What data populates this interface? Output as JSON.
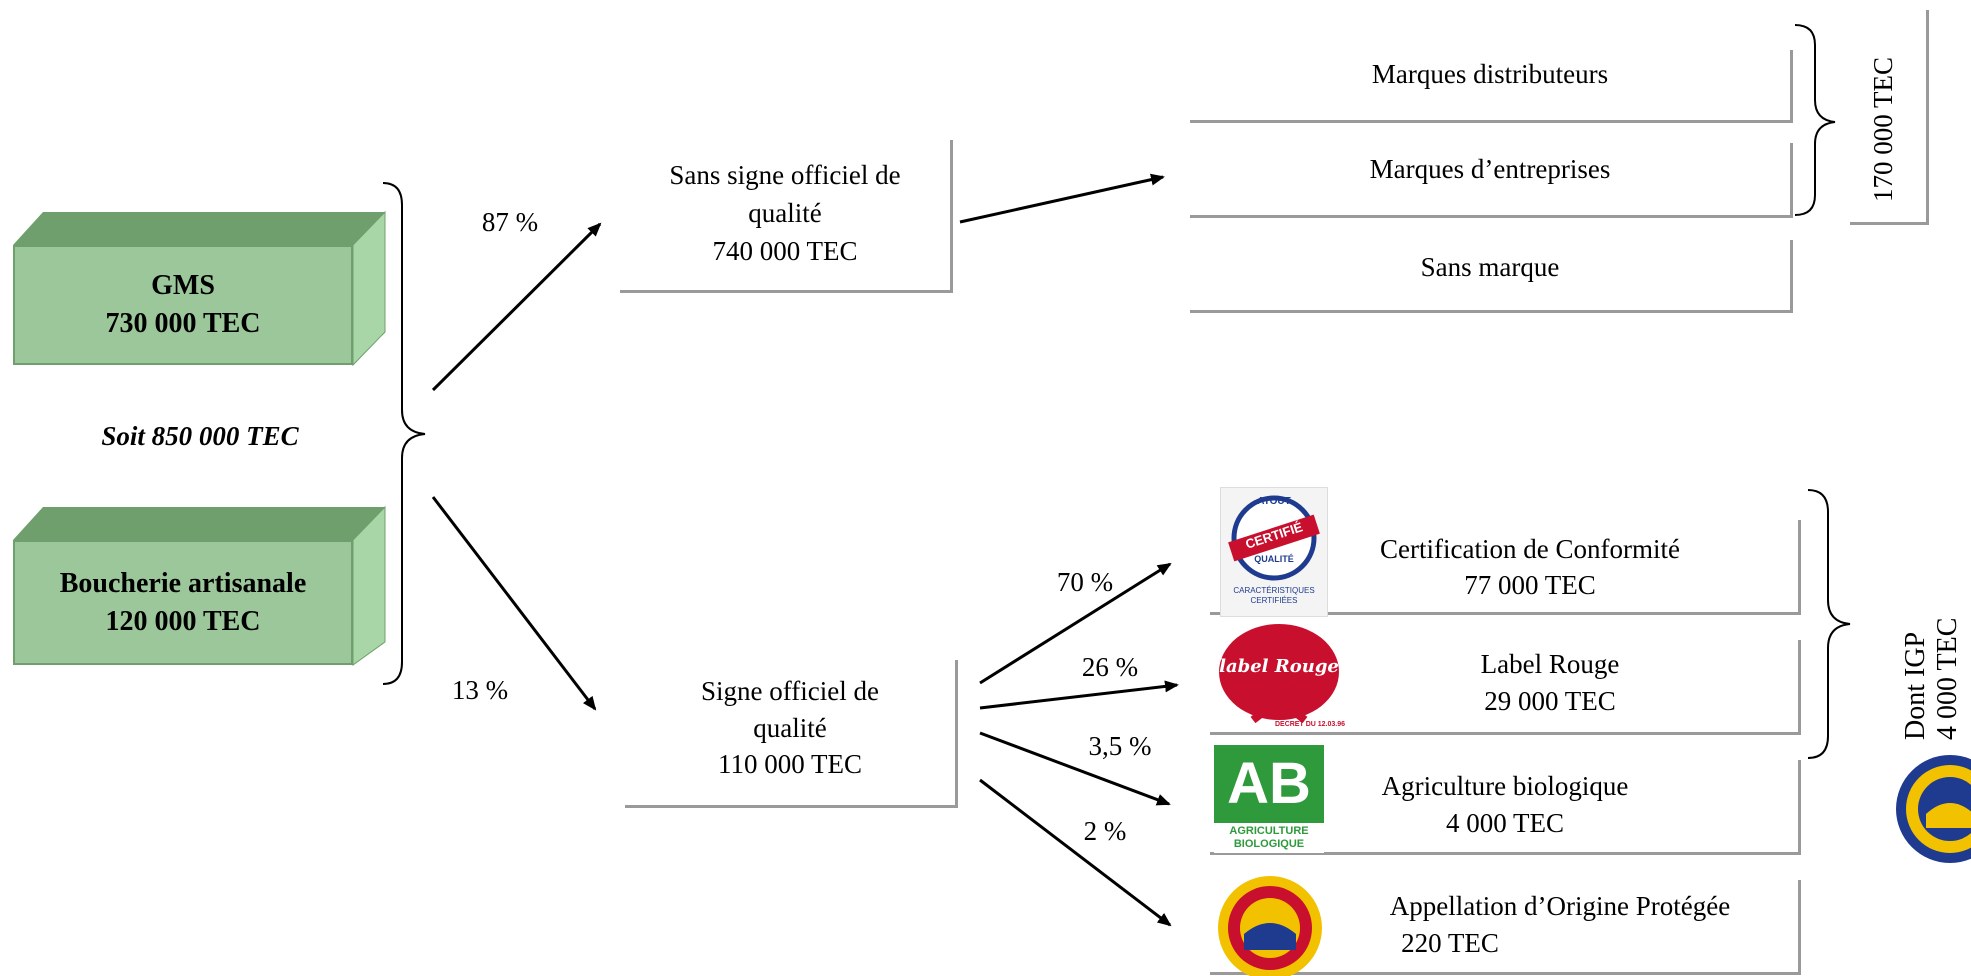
{
  "sources": {
    "gms": {
      "line1": "GMS",
      "line2": "730 000 TEC"
    },
    "boucherie": {
      "line1": "Boucherie artisanale",
      "line2": "120 000 TEC"
    },
    "total": "Soit 850 000 TEC"
  },
  "branches": {
    "sans_signe": {
      "pct": "87 %",
      "line1": "Sans signe officiel de",
      "line2": "qualité",
      "line3": "740 000 TEC"
    },
    "signe": {
      "pct": "13 %",
      "line1": "Signe officiel de",
      "line2": "qualité",
      "line3": "110 000 TEC"
    }
  },
  "marques": {
    "distributeurs": "Marques distributeurs",
    "entreprises": "Marques d’entreprises",
    "sans_marque": "Sans marque",
    "bracket_total": "170 000 TEC"
  },
  "signes": [
    {
      "pct": "70 %",
      "name": "Certification de Conformité",
      "value": "77 000 TEC",
      "logo": "certifie-logo"
    },
    {
      "pct": "26 %",
      "name": "Label Rouge",
      "value": "29 000 TEC",
      "logo": "label-rouge-logo"
    },
    {
      "pct": "3,5  %",
      "name": "Agriculture biologique",
      "value": "4 000 TEC",
      "logo": "ab-logo"
    },
    {
      "pct": "2 %",
      "name": "Appellation d’Origine Protégée",
      "value": "220 TEC",
      "logo": "aop-logo"
    }
  ],
  "igp": {
    "line1": "Dont IGP",
    "line2": "4 000 TEC",
    "logo": "igp-logo"
  },
  "logo_text": {
    "certifie_top": "ATOUT",
    "certifie_mid": "CERTIFIÉ",
    "certifie_q": "QUALITÉ",
    "certifie_bottom1": "CARACTÉRISTIQUES",
    "certifie_bottom2": "CERTIFIÉES",
    "ab_big": "AB",
    "ab_line1": "AGRICULTURE",
    "ab_line2": "BIOLOGIQUE",
    "label_rouge": "label Rouge",
    "label_rouge_decree": "DECRET DU 12.03.96"
  },
  "colors": {
    "green": "#9cc79a",
    "green_dark": "#6e9f6c",
    "box_border": "#9a9a9a",
    "red": "#c8102e",
    "ab_green": "#2e9a3c",
    "aop_blue": "#1f3b8f",
    "aop_yellow": "#f2c200"
  }
}
